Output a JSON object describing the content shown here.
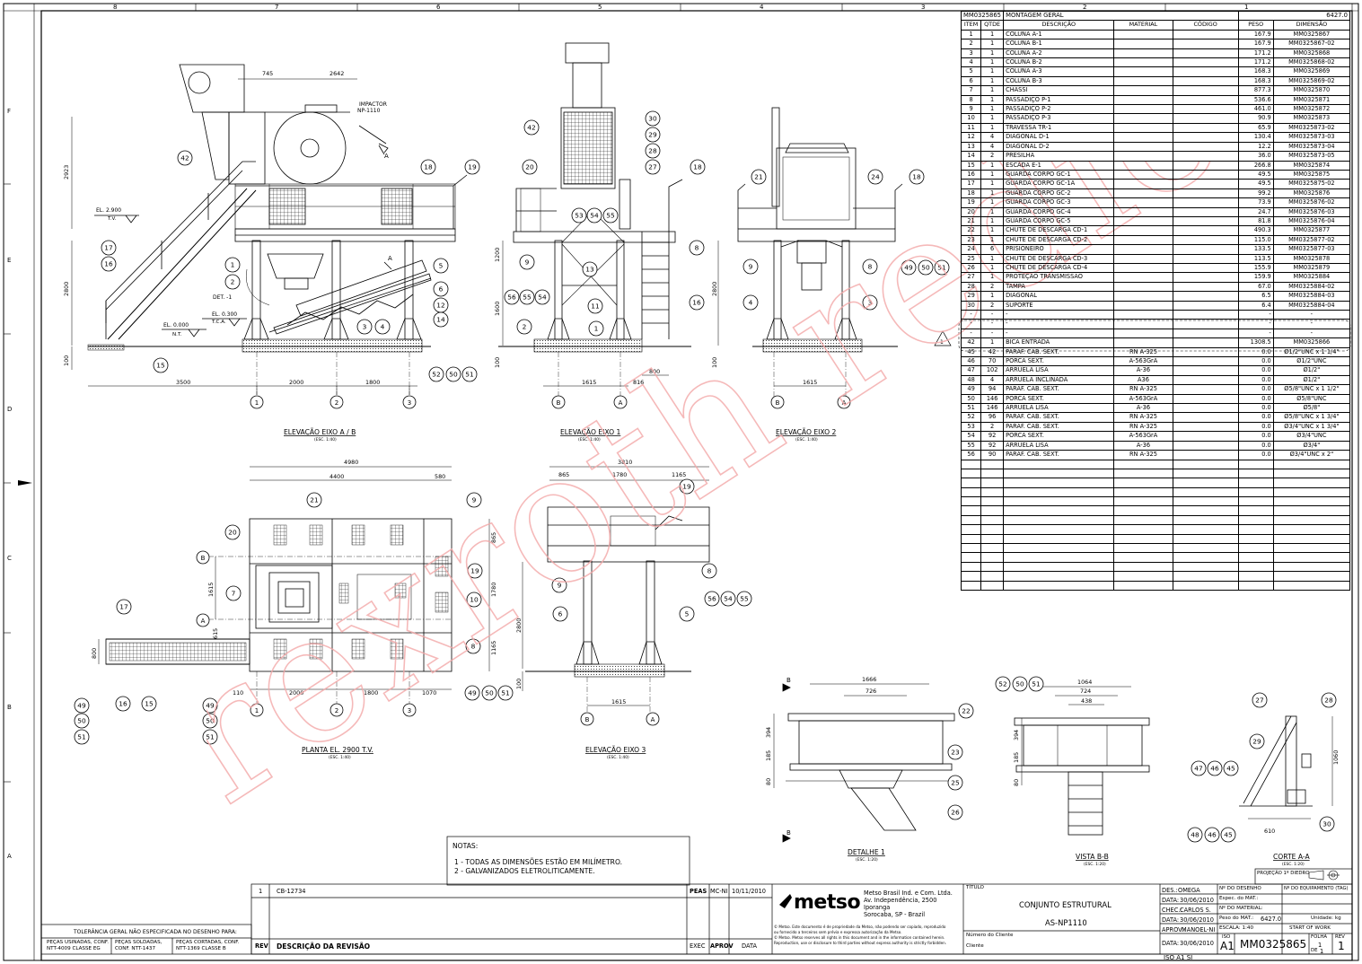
{
  "sheet": {
    "col_refs": [
      "8",
      "7",
      "6",
      "5",
      "4",
      "3",
      "2",
      "1"
    ],
    "row_refs": [
      "F",
      "E",
      "D",
      "C",
      "B",
      "A"
    ]
  },
  "views": {
    "elev_ab": {
      "title": "ELEVAÇÃO EIXO A / B",
      "scale": "(ESC. 1:40)"
    },
    "elev_1": {
      "title": "ELEVAÇÃO EIXO 1",
      "scale": "(ESC. 1:40)"
    },
    "elev_2": {
      "title": "ELEVAÇÃO EIXO 2",
      "scale": "(ESC. 1:40)"
    },
    "planta": {
      "title": "PLANTA EL. 2900 T.V.",
      "scale": "(ESC. 1:40)"
    },
    "elev_3": {
      "title": "ELEVAÇÃO EIXO 3",
      "scale": "(ESC. 1:40)"
    },
    "detalhe_1": {
      "title": "DETALHE 1",
      "scale": "(ESC. 1:20)"
    },
    "vista_bb": {
      "title": "VISTA B-B",
      "scale": "(ESC. 1:20)"
    },
    "corte_aa": {
      "title": "CORTE A-A",
      "scale": "(ESC. 1:20)"
    }
  },
  "dims": {
    "ab_745": "745",
    "ab_2642": "2642",
    "ab_2923": "2923",
    "ab_2800": "2800",
    "ab_100": "100",
    "ab_3500": "3500",
    "ab_2000": "2000",
    "ab_1800": "1800",
    "el_2900": "EL. 2.900",
    "tv": "T.V.",
    "el_0300": "EL. 0.300",
    "tca": "T.C.A.",
    "el_0000": "EL. 0.000",
    "nt": "N.T.",
    "impactor": "IMPACTOR",
    "np1110": "NP-1110",
    "det1": "DET. -1",
    "e1_1200": "1200",
    "e1_1600": "1600",
    "e1_100": "100",
    "e1_1615": "1615",
    "e1_816": "816",
    "e1_800": "800",
    "e2_2800": "2800",
    "e2_100": "100",
    "e2_1615": "1615",
    "pl_4980": "4980",
    "pl_4400": "4400",
    "pl_580": "580",
    "pl_865": "865",
    "pl_1780": "1780",
    "pl_1165": "1165",
    "pl_1615": "1615",
    "pl_615": "615",
    "pl_800": "800",
    "pl_110": "110",
    "pl_2000": "2000",
    "pl_1800": "1800",
    "pl_1070": "1070",
    "e3_3810": "3810",
    "e3_865": "865",
    "e3_1780": "1780",
    "e3_1165": "1165",
    "e3_2800": "2800",
    "e3_100": "100",
    "e3_1615": "1615",
    "d1_1666": "1666",
    "d1_726": "726",
    "d1_394": "394",
    "d1_185": "185",
    "d1_80": "80",
    "bb_1064": "1064",
    "bb_724": "724",
    "bb_438": "438",
    "bb_394": "394",
    "bb_185": "185",
    "bb_80": "80",
    "aa_1060": "1060",
    "aa_610": "610"
  },
  "axes": {
    "a": "A",
    "b": "B",
    "n1": "1",
    "n2": "2",
    "n3": "3"
  },
  "bom": {
    "drawing_no": "MM0325865",
    "title": "MONTAGEM GERAL",
    "total": "6427.0",
    "headers": [
      "ITEM",
      "QTDE",
      "DESCRIÇÃO",
      "MATERIAL",
      "CÓDIGO",
      "PESO",
      "DIMENSÃO"
    ],
    "rows": [
      [
        "1",
        "1",
        "COLUNA A-1",
        "",
        "",
        "167.9",
        "MM0325867"
      ],
      [
        "2",
        "1",
        "COLUNA B-1",
        "",
        "",
        "167.9",
        "MM0325867-02"
      ],
      [
        "3",
        "1",
        "COLUNA A-2",
        "",
        "",
        "171.2",
        "MM0325868"
      ],
      [
        "4",
        "1",
        "COLUNA B-2",
        "",
        "",
        "171.2",
        "MM0325868-02"
      ],
      [
        "5",
        "1",
        "COLUNA A-3",
        "",
        "",
        "168.3",
        "MM0325869"
      ],
      [
        "6",
        "1",
        "COLUNA B-3",
        "",
        "",
        "168.3",
        "MM0325869-02"
      ],
      [
        "7",
        "1",
        "CHASSI",
        "",
        "",
        "877.3",
        "MM0325870"
      ],
      [
        "8",
        "1",
        "PASSADIÇO P-1",
        "",
        "",
        "536.6",
        "MM0325871"
      ],
      [
        "9",
        "1",
        "PASSADIÇO P-2",
        "",
        "",
        "461.0",
        "MM0325872"
      ],
      [
        "10",
        "1",
        "PASSADIÇO P-3",
        "",
        "",
        "90.9",
        "MM0325873"
      ],
      [
        "11",
        "1",
        "TRAVESSA TR-1",
        "",
        "",
        "65.9",
        "MM0325873-02"
      ],
      [
        "12",
        "4",
        "DIAGONAL D-1",
        "",
        "",
        "130.4",
        "MM0325873-03"
      ],
      [
        "13",
        "4",
        "DIAGONAL D-2",
        "",
        "",
        "12.2",
        "MM0325873-04"
      ],
      [
        "14",
        "2",
        "PRESILHA",
        "",
        "",
        "36.0",
        "MM0325873-05"
      ],
      [
        "15",
        "1",
        "ESCADA E-1",
        "",
        "",
        "266.8",
        "MM0325874"
      ],
      [
        "16",
        "1",
        "GUARDA CORPO GC-1",
        "",
        "",
        "49.5",
        "MM0325875"
      ],
      [
        "17",
        "1",
        "GUARDA CORPO GC-1A",
        "",
        "",
        "49.5",
        "MM0325875-02"
      ],
      [
        "18",
        "1",
        "GUARDA CORPO GC-2",
        "",
        "",
        "99.2",
        "MM0325876"
      ],
      [
        "19",
        "1",
        "GUARDA CORPO GC-3",
        "",
        "",
        "73.9",
        "MM0325876-02"
      ],
      [
        "20",
        "1",
        "GUARDA CORPO GC-4",
        "",
        "",
        "24.7",
        "MM0325876-03"
      ],
      [
        "21",
        "1",
        "GUARDA CORPO GC-5",
        "",
        "",
        "81.8",
        "MM0325876-04"
      ],
      [
        "22",
        "1",
        "CHUTE DE DESCARGA CD-1",
        "",
        "",
        "490.3",
        "MM0325877"
      ],
      [
        "23",
        "1",
        "CHUTE DE DESCARGA CD-2",
        "",
        "",
        "115.0",
        "MM0325877-02"
      ],
      [
        "24",
        "6",
        "PRISIONEIRO",
        "",
        "",
        "133.5",
        "MM0325877-03"
      ],
      [
        "25",
        "1",
        "CHUTE DE DESCARGA CD-3",
        "",
        "",
        "113.5",
        "MM0325878"
      ],
      [
        "26",
        "1",
        "CHUTE DE DESCARGA CD-4",
        "",
        "",
        "155.9",
        "MM0325879"
      ],
      [
        "27",
        "1",
        "PROTEÇÃO TRANSMISSÃO",
        "",
        "",
        "159.9",
        "MM0325884"
      ],
      [
        "28",
        "2",
        "TAMPA",
        "",
        "",
        "67.0",
        "MM0325884-02"
      ],
      [
        "29",
        "1",
        "DIAGONAL",
        "",
        "",
        "6.5",
        "MM0325884-03"
      ],
      [
        "30",
        "2",
        "SUPORTE",
        "",
        "",
        "6.4",
        "MM0325884-04"
      ],
      [
        "-",
        "-",
        "-",
        "",
        "",
        "-",
        "-"
      ],
      [
        "-",
        "-",
        "-",
        "",
        "",
        "-",
        "-"
      ],
      [
        "-",
        "-",
        "-",
        "",
        "",
        "-",
        "-"
      ],
      [
        "42",
        "1",
        "BICA ENTRADA",
        "",
        "",
        "1308.5",
        "MM0325866"
      ],
      [
        "45",
        "42",
        "PARAF. CAB. SEXT.",
        "RN    A-325",
        "",
        "0.0",
        "Ø1/2\"UNC x 1 1/4\""
      ],
      [
        "46",
        "70",
        "PORCA SEXT.",
        "A-563GrA",
        "",
        "0.0",
        "Ø1/2\"UNC"
      ],
      [
        "47",
        "102",
        "ARRUELA LISA",
        "A-36",
        "",
        "0.0",
        "Ø1/2\""
      ],
      [
        "48",
        "4",
        "ARRUELA INCLINADA",
        "A36",
        "",
        "0.0",
        "Ø1/2\""
      ],
      [
        "49",
        "94",
        "PARAF. CAB. SEXT.",
        "RN    A-325",
        "",
        "0.0",
        "Ø5/8\"UNC x 1 1/2\""
      ],
      [
        "50",
        "146",
        "PORCA SEXT.",
        "A-563GrA",
        "",
        "0.0",
        "Ø5/8\"UNC"
      ],
      [
        "51",
        "146",
        "ARRUELA LISA",
        "A-36",
        "",
        "0.0",
        "Ø5/8\""
      ],
      [
        "52",
        "96",
        "PARAF. CAB. SEXT.",
        "RN    A-325",
        "",
        "0.0",
        "Ø5/8\"UNC x 1 3/4\""
      ],
      [
        "53",
        "2",
        "PARAF. CAB. SEXT.",
        "RN    A-325",
        "",
        "0.0",
        "Ø3/4\"UNC x 1 3/4\""
      ],
      [
        "54",
        "92",
        "PORCA SEXT.",
        "A-563GrA",
        "",
        "0.0",
        "Ø3/4\"UNC"
      ],
      [
        "55",
        "92",
        "ARRUELA LISA",
        "A-36",
        "",
        "0.0",
        "Ø3/4\""
      ],
      [
        "56",
        "90",
        "PARAF. CAB. SEXT.",
        "RN    A-325",
        "",
        "0.0",
        "Ø3/4\"UNC x 2\""
      ]
    ]
  },
  "notes": {
    "title": "NOTAS:",
    "n1": "1 - TODAS AS DIMENSÕES ESTÃO EM MILÍMETRO.",
    "n2": "2 - GALVANIZADOS ELETROLITICAMENTE."
  },
  "title_block": {
    "rev_no": "1",
    "rev_desc": "CB-12734",
    "peas": "PEAS",
    "mcni": "MC-NI",
    "rev_date": "10/11/2010",
    "rev_h": "REV",
    "desc_h": "DESCRIÇÃO DA REVISÃO",
    "exec_h": "EXEC",
    "aprov_h": "APROV",
    "data_h": "DATA",
    "tol": "TOLERÂNCIA GERAL NÃO ESPECIFICADA NO DESENHO PARA:",
    "tol1a": "PEÇAS USINADAS, CONF.",
    "tol1b": "NTT-4009 CLASSE EG",
    "tol2a": "PEÇAS SOLDADAS,",
    "tol2b": "CONF. NTT-1437",
    "tol3a": "PEÇAS CORTADAS, CONF.",
    "tol3b": "NTT-1369 CLASSE B",
    "logo": "metso",
    "company1": "Metso Brasil Ind. e Com. Ltda.",
    "company2": "Av. Independência, 2500",
    "company3": "Iporanga",
    "company4": "Sorocaba, SP - Brazil",
    "legal1": "© Metso. Este documento é de propriedade da Metso, não podendo ser copiado, reproduzido",
    "legal2": "ou fornecido a terceiros sem prévia e expressa autorização da Metso.",
    "legal3": "© Metso. Metso reserves all rights in this document and in the information contained herein.",
    "legal4": "Reproduction, use or disclosure to third parties without express authority is strictly forbidden.",
    "titulo_h": "TÍTULO",
    "titulo1": "CONJUNTO ESTRUTURAL",
    "titulo2": "AS-NP1110",
    "cliente_no": "Número do Cliente",
    "cliente": "Cliente",
    "des_h": "DES.:",
    "des": "OMEGA",
    "des_d_h": "DATA:",
    "des_d": "30/06/2010",
    "chec_h": "CHEC.:",
    "chec": "CARLOS S.",
    "chec_d": "30/06/2010",
    "aprov_lh": "APROV.:",
    "aprov": "MANOEL-NI",
    "aprov_d": "30/06/2010",
    "escala": "ESCALA: 1:40",
    "projecao": "PROJEÇÃO 1º DIEDRO",
    "equip": "Nº DO EQUIPAMENTO (TAG)",
    "nr_desenho": "Nº DO DESENHO",
    "espec": "Espec. do MAT.:",
    "nr_material": "Nº DO MATERIAL:",
    "peso_h": "Peso do MAT.:",
    "peso": "6427.0",
    "unidade": "Unidade: kg",
    "start": "START OF WORK",
    "iso": "ISO",
    "size": "A1",
    "desenho": "MM0325865",
    "folha": "FOLHA",
    "folha_v": "1",
    "de": "DE",
    "de_v": "1",
    "rev_lbl": "REV",
    "rev_v": "1",
    "bottom": "ISO A1   SI"
  },
  "watermark": "rexroth redier"
}
